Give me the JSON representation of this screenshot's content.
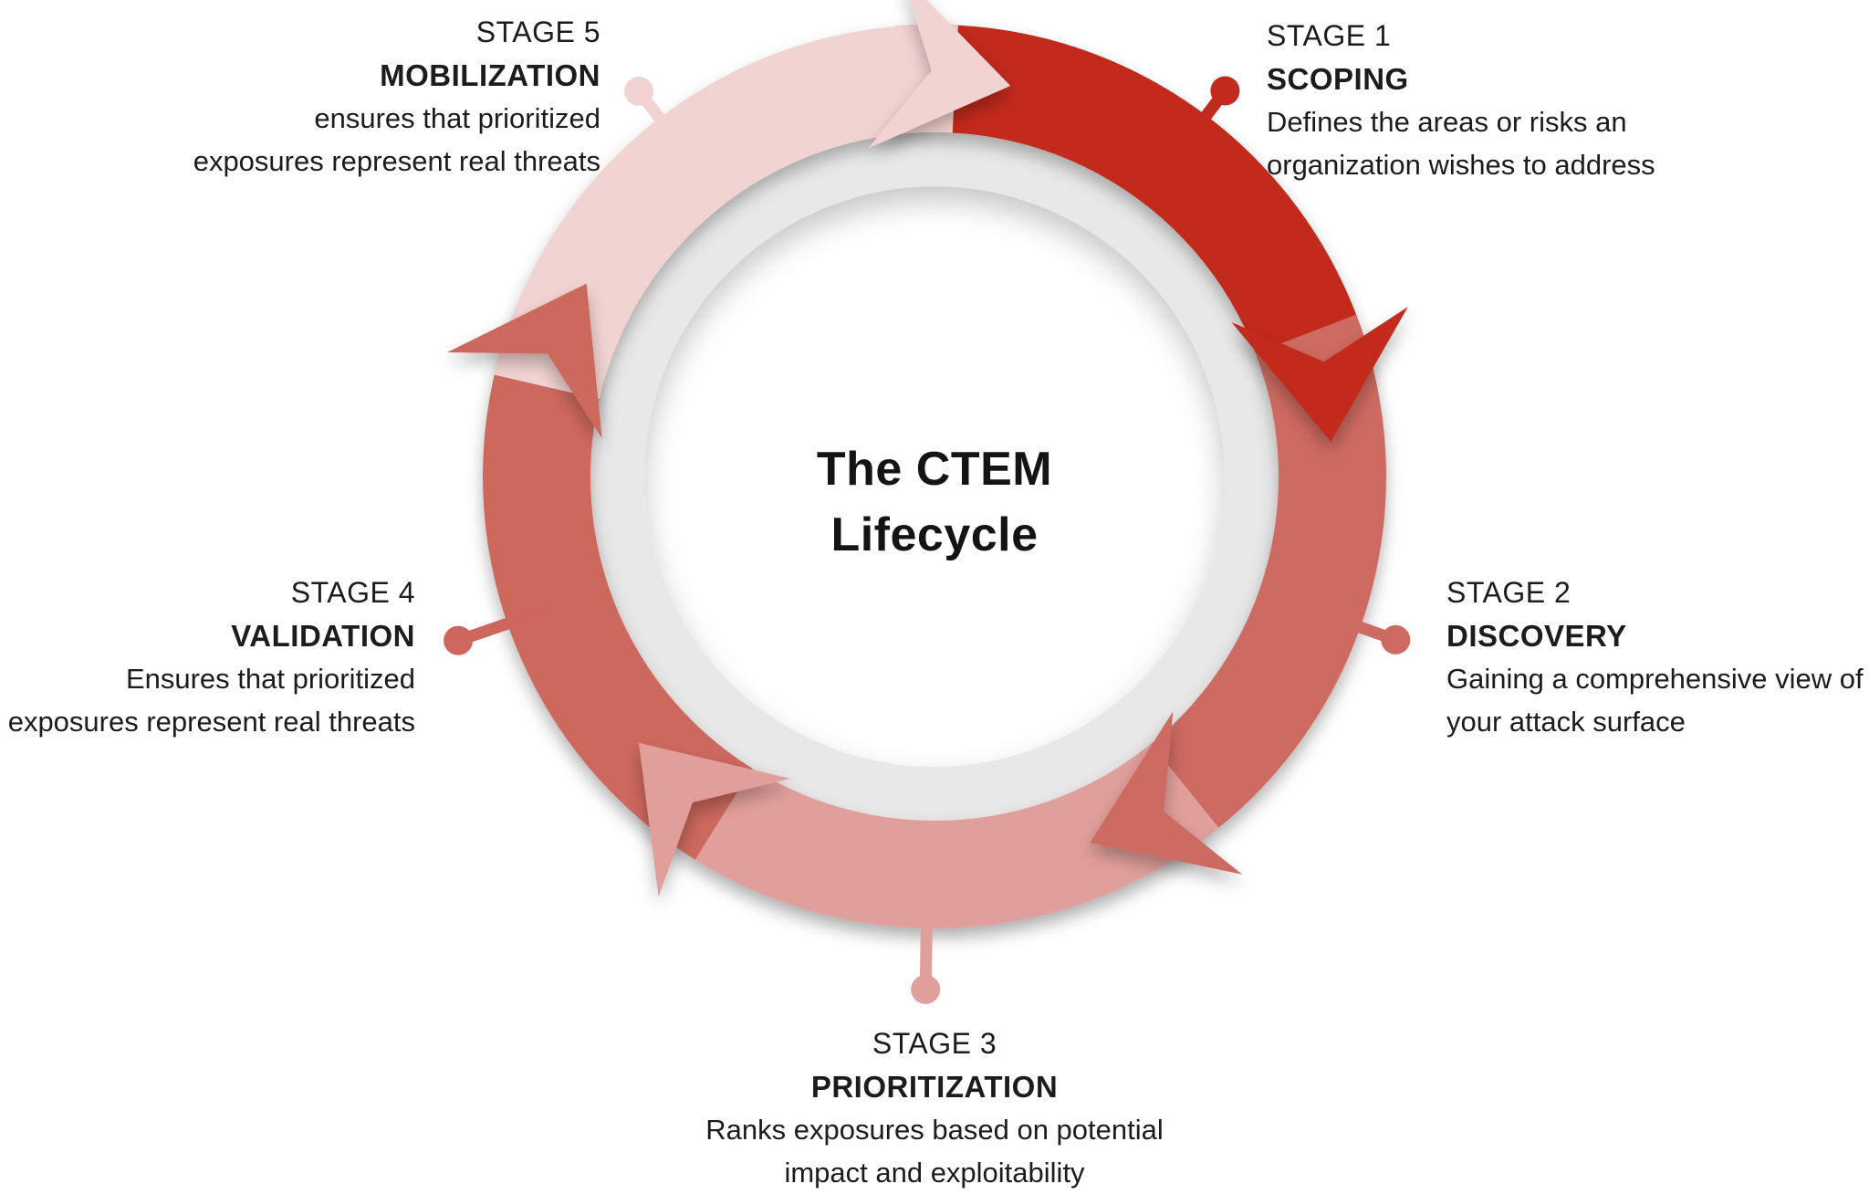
{
  "title": "The CTEM\nLifecycle",
  "colors": {
    "ring_gray": "#e9e8e8",
    "text": "#1c1c1c",
    "stage1_red": "#c22a1d",
    "stage2_salmon": "#cd6b62",
    "stage3_pink": "#e19f9b",
    "stage4_salmon": "#cd675d",
    "stage5_pale_pink": "#f1d3d2"
  },
  "stages": [
    {
      "stage_label": "STAGE 1",
      "name": "SCOPING",
      "desc": "Defines the areas or risks an\norganization wishes to address",
      "color": "#c22a1d",
      "band_start": -5,
      "band_end": 77,
      "arrow_tip": 85,
      "pin_angle": 37,
      "pin_radius": 529
    },
    {
      "stage_label": "STAGE 2",
      "name": "DISCOVERY",
      "desc": "Gaining a comprehensive view of\nyour attack surface",
      "color": "#cd6b62",
      "band_start": 69,
      "band_end": 149,
      "arrow_tip": 157,
      "pin_angle": 109.5,
      "pin_radius": 536
    },
    {
      "stage_label": "STAGE 3",
      "name": "PRIORITIZATION",
      "desc": "Ranks exposures based on potential\nimpact and exploitability",
      "color": "#e19f9b",
      "band_start": 141,
      "band_end": 220,
      "arrow_tip": 228,
      "pin_angle": 181,
      "pin_radius": 562
    },
    {
      "stage_label": "STAGE 4",
      "name": "VALIDATION",
      "desc": "Ensures that prioritized\nexposures represent real threats",
      "color": "#cd675d",
      "band_start": 212,
      "band_end": 291,
      "arrow_tip": 299,
      "pin_angle": 251,
      "pin_radius": 552
    },
    {
      "stage_label": "STAGE 5",
      "name": "MOBILIZATION",
      "desc": "ensures that prioritized\nexposures represent real threats",
      "color": "#f1d3d2",
      "band_start": 283,
      "band_end": 363,
      "arrow_tip": 371,
      "pin_angle": 322.5,
      "pin_radius": 532
    }
  ]
}
